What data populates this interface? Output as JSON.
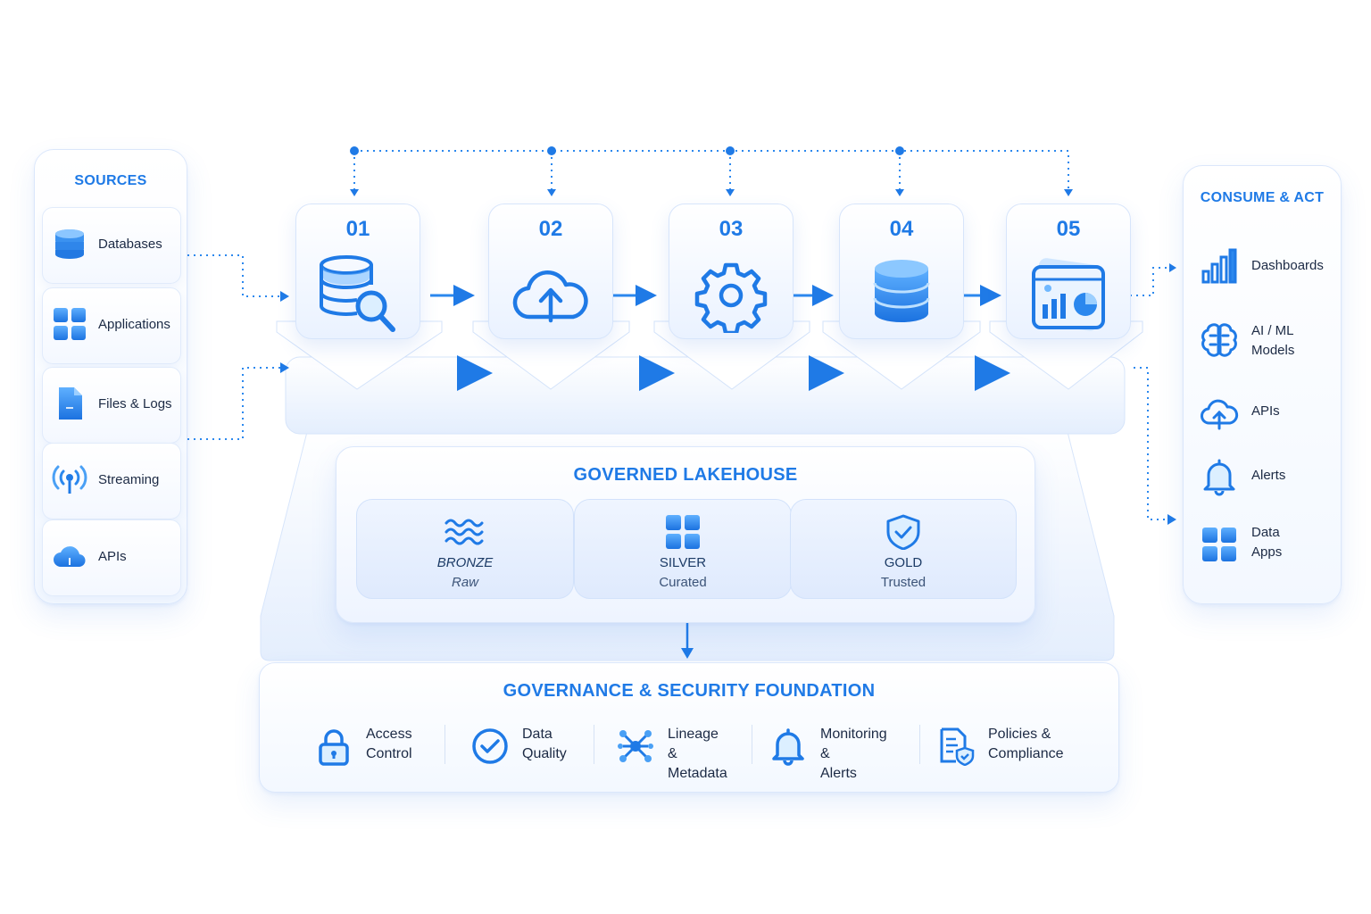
{
  "sources": {
    "title": "SOURCES",
    "items": [
      {
        "label": "Databases",
        "icon": "database-icon"
      },
      {
        "label": "Applications",
        "icon": "grid-icon"
      },
      {
        "label": "Files & Logs",
        "icon": "file-icon"
      },
      {
        "label": "Streaming",
        "icon": "broadcast-icon"
      },
      {
        "label": "APIs",
        "icon": "cloud-icon"
      }
    ]
  },
  "pipeline": {
    "steps": [
      {
        "number": "01",
        "icon": "database-search-icon"
      },
      {
        "number": "02",
        "icon": "cloud-upload-icon"
      },
      {
        "number": "03",
        "icon": "gear-icon"
      },
      {
        "number": "04",
        "icon": "database-icon"
      },
      {
        "number": "05",
        "icon": "dashboard-icon"
      }
    ]
  },
  "lakehouse": {
    "title": "GOVERNED LAKEHOUSE",
    "layers": [
      {
        "name": "BRONZE",
        "sub": "Raw",
        "icon": "waves-icon"
      },
      {
        "name": "SILVER",
        "sub": "Curated",
        "icon": "grid-icon"
      },
      {
        "name": "GOLD",
        "sub": "Trusted",
        "icon": "shield-check-icon"
      }
    ]
  },
  "governance": {
    "title": "GOVERNANCE & SECURITY FOUNDATION",
    "items": [
      {
        "line1": "Access",
        "line2": "Control",
        "icon": "lock-icon"
      },
      {
        "line1": "Data",
        "line2": "Quality",
        "icon": "check-circle-icon"
      },
      {
        "line1": "Lineage &",
        "line2": "Metadata",
        "icon": "network-icon"
      },
      {
        "line1": "Monitoring &",
        "line2": "Alerts",
        "icon": "bell-icon"
      },
      {
        "line1": "Policies &",
        "line2": "Compliance",
        "icon": "document-shield-icon"
      }
    ]
  },
  "consume": {
    "title": "CONSUME & ACT",
    "items": [
      {
        "line1": "Dashboards",
        "line2": "",
        "icon": "bar-chart-icon"
      },
      {
        "line1": "AI / ML",
        "line2": "Models",
        "icon": "brain-icon"
      },
      {
        "line1": "APIs",
        "line2": "",
        "icon": "cloud-upload-icon"
      },
      {
        "line1": "Alerts",
        "line2": "",
        "icon": "bell-icon"
      },
      {
        "line1": "Data",
        "line2": "Apps",
        "icon": "grid-icon"
      }
    ]
  },
  "colors": {
    "accent": "#1f7ae6",
    "light_accent": "#4aa0f5",
    "panel_border": "#dbe7fb"
  }
}
